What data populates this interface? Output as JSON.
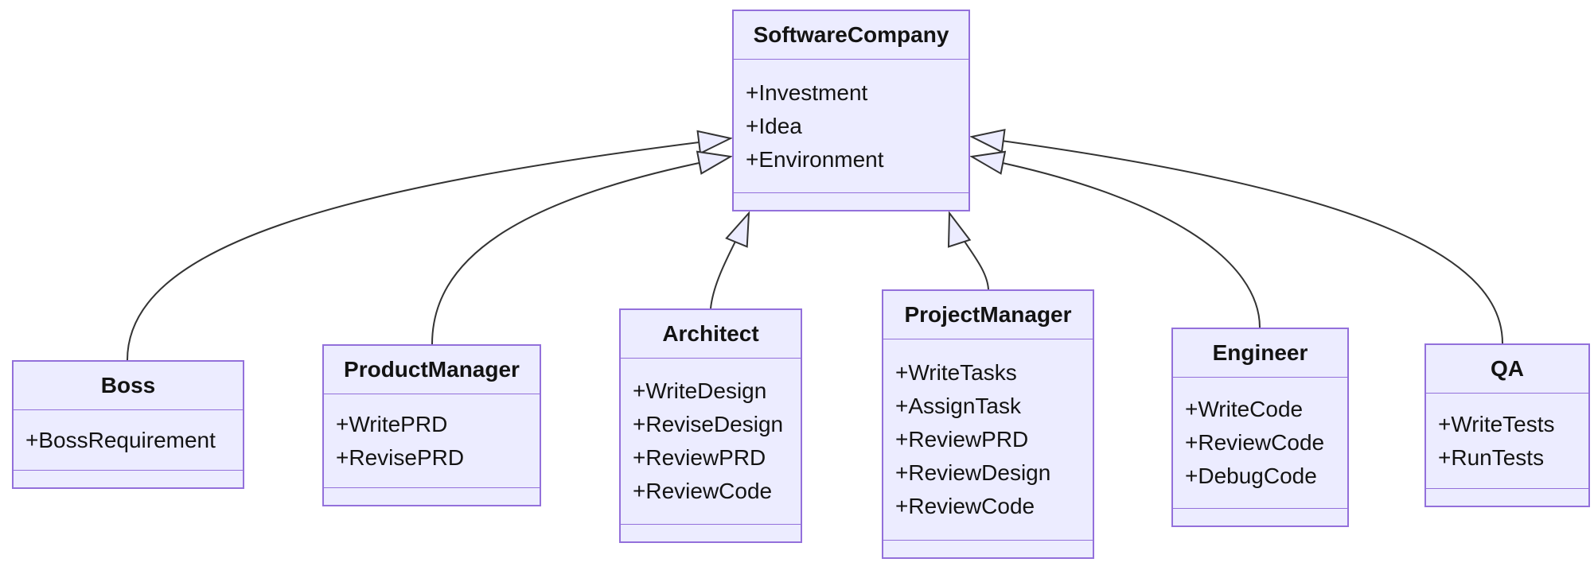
{
  "diagram": {
    "kind": "uml-class-diagram",
    "colors": {
      "class_fill": "#ECECFF",
      "class_border": "#9370DB",
      "edge_stroke": "#333333",
      "arrowhead_fill": "#ECECFF",
      "text": "#131313"
    },
    "classes": [
      {
        "name": "SoftwareCompany",
        "attributes": [
          "+Investment",
          "+Idea",
          "+Environment"
        ],
        "methods": []
      },
      {
        "name": "Boss",
        "attributes": [
          "+BossRequirement"
        ],
        "methods": []
      },
      {
        "name": "ProductManager",
        "attributes": [
          "+WritePRD",
          "+RevisePRD"
        ],
        "methods": []
      },
      {
        "name": "Architect",
        "attributes": [
          "+WriteDesign",
          "+ReviseDesign",
          "+ReviewPRD",
          "+ReviewCode"
        ],
        "methods": []
      },
      {
        "name": "ProjectManager",
        "attributes": [
          "+WriteTasks",
          "+AssignTask",
          "+ReviewPRD",
          "+ReviewDesign",
          "+ReviewCode"
        ],
        "methods": []
      },
      {
        "name": "Engineer",
        "attributes": [
          "+WriteCode",
          "+ReviewCode",
          "+DebugCode"
        ],
        "methods": []
      },
      {
        "name": "QA",
        "attributes": [
          "+WriteTests",
          "+RunTests"
        ],
        "methods": []
      }
    ],
    "relations": [
      {
        "from": "Boss",
        "to": "SoftwareCompany",
        "type": "inheritance"
      },
      {
        "from": "ProductManager",
        "to": "SoftwareCompany",
        "type": "inheritance"
      },
      {
        "from": "Architect",
        "to": "SoftwareCompany",
        "type": "inheritance"
      },
      {
        "from": "ProjectManager",
        "to": "SoftwareCompany",
        "type": "inheritance"
      },
      {
        "from": "Engineer",
        "to": "SoftwareCompany",
        "type": "inheritance"
      },
      {
        "from": "QA",
        "to": "SoftwareCompany",
        "type": "inheritance"
      }
    ]
  }
}
